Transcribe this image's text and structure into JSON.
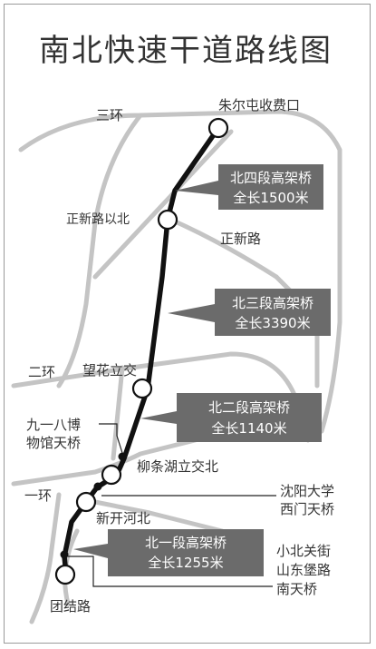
{
  "title": "南北快速干道路线图",
  "roads": {
    "third_ring": "三环",
    "zhengxin_road": "正新路",
    "second_ring": "二环",
    "first_ring": "一环"
  },
  "stations": {
    "zhuertun": "朱尔屯收费口",
    "zhengxin_north": "正新路以北",
    "wanghua": "望花立交",
    "liutiaohu": "柳条湖立交北",
    "xinkaihe": "新开河北",
    "tuanjie": "团结路"
  },
  "bridges": {
    "museum_line1": "九一八博",
    "museum_line2": "物馆天桥",
    "shenyang_univ_line1": "沈阳大学",
    "shenyang_univ_line2": "西门天桥",
    "xiaobeiguan_line1": "小北关街",
    "xiaobeiguan_line2": "山东堡路",
    "xiaobeiguan_line3": "南天桥"
  },
  "segments": [
    {
      "name": "北四段高架桥",
      "length": "全长1500米"
    },
    {
      "name": "北三段高架桥",
      "length": "全长3390米"
    },
    {
      "name": "北二段高架桥",
      "length": "全长1140米"
    },
    {
      "name": "北一段高架桥",
      "length": "全长1255米"
    }
  ],
  "colors": {
    "route": "#111111",
    "roads": "#c4c4c4",
    "callout": "#6b6b6b"
  }
}
